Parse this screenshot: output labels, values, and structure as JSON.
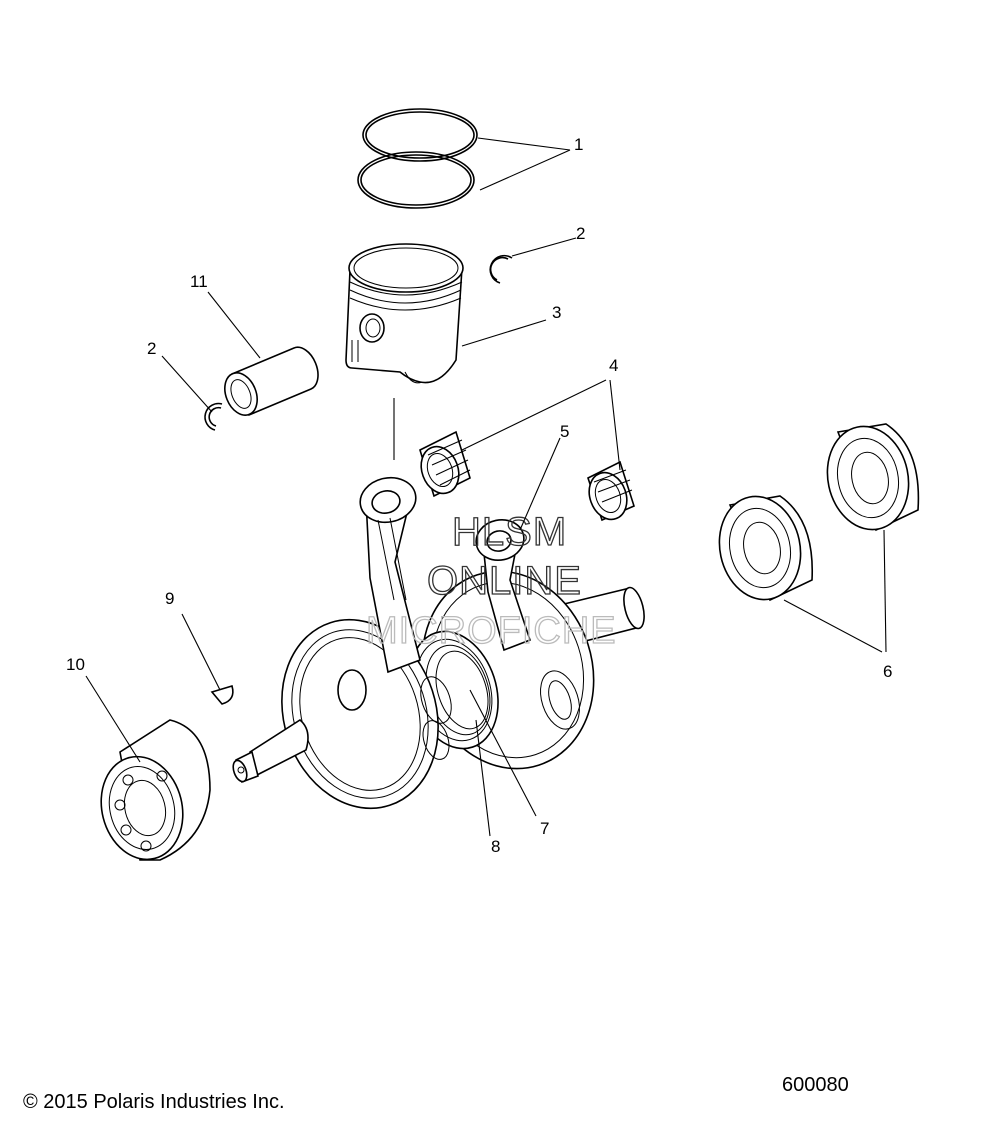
{
  "callouts": [
    {
      "id": "1",
      "label": "1"
    },
    {
      "id": "2a",
      "label": "2"
    },
    {
      "id": "2b",
      "label": "2"
    },
    {
      "id": "3",
      "label": "3"
    },
    {
      "id": "4",
      "label": "4"
    },
    {
      "id": "5",
      "label": "5"
    },
    {
      "id": "6",
      "label": "6"
    },
    {
      "id": "7",
      "label": "7"
    },
    {
      "id": "8",
      "label": "8"
    },
    {
      "id": "9",
      "label": "9"
    },
    {
      "id": "10",
      "label": "10"
    },
    {
      "id": "11",
      "label": "11"
    }
  ],
  "watermark": {
    "line1": "HLSM",
    "line2": "ONLINE",
    "line3": "MICROFICHE"
  },
  "footer": {
    "copyright": "© 2015 Polaris Industries Inc.",
    "figure_number": "600080"
  }
}
